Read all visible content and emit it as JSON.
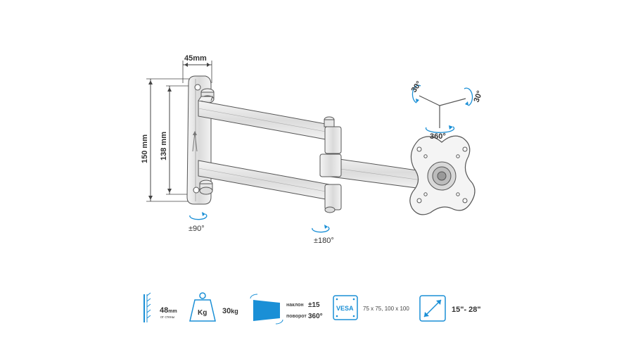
{
  "dimensions": {
    "width_label": "45mm",
    "height_outer_label": "150 mm",
    "height_inner_label": "138 mm"
  },
  "rotations": {
    "wall_swivel": "±90°",
    "arm_swivel": "±180°",
    "head_rotate": "360°",
    "tilt_a": "30°",
    "tilt_b": "30°"
  },
  "specs": {
    "depth_value": "48",
    "depth_unit": "mm",
    "depth_note": "от стены",
    "load_icon_label": "Kg",
    "load_value": "30",
    "load_unit": "kg",
    "tilt_label": "наклон",
    "tilt_value": "±15",
    "rotate_label": "поворот",
    "rotate_value": "360°",
    "vesa_label": "VESA",
    "vesa_value": "75 x 75, 100 x 100",
    "screen_range": "15\"- 28\""
  },
  "colors": {
    "accent": "#1a8fd6",
    "line": "#555555",
    "metal": "#e8e8e8"
  }
}
